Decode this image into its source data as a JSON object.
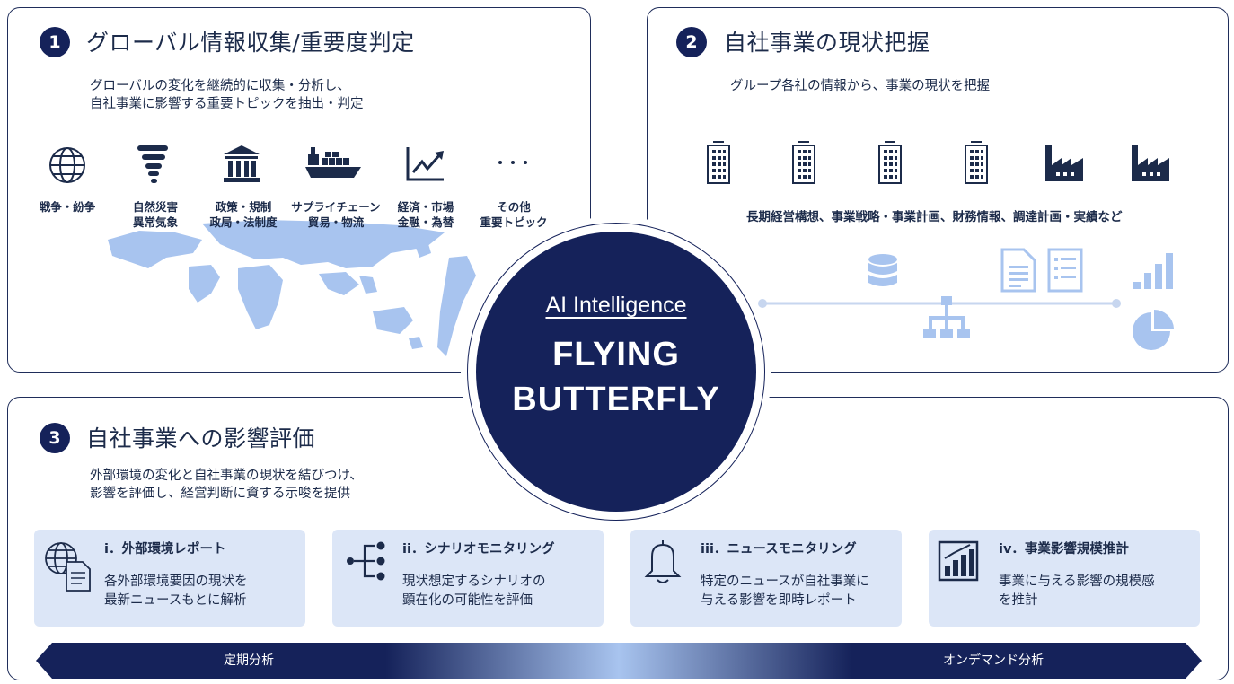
{
  "panel1": {
    "number": "1",
    "title": "グローバル情報収集/重要度判定",
    "desc_line1": "グローバルの変化を継続的に収集・分析し、",
    "desc_line2": "自社事業に影響する重要トピックを抽出・判定",
    "categories": [
      {
        "icon": "globe-icon",
        "line1": "戦争・紛争",
        "line2": ""
      },
      {
        "icon": "tornado-icon",
        "line1": "自然災害",
        "line2": "異常気象"
      },
      {
        "icon": "government-building-icon",
        "line1": "政策・規制",
        "line2": "政局・法制度"
      },
      {
        "icon": "cargo-ship-icon",
        "line1": "サプライチェーン",
        "line2": "貿易・物流"
      },
      {
        "icon": "trend-chart-icon",
        "line1": "経済・市場",
        "line2": "金融・為替"
      },
      {
        "icon": "ellipsis-icon",
        "line1": "その他",
        "line2": "重要トピック"
      }
    ]
  },
  "panel2": {
    "number": "2",
    "title": "自社事業の現状把握",
    "desc": "グループ各社の情報から、事業の現状を把握",
    "info_text": "長期経営構想、事業戦略・事業計画、財務情報、調達計画・実績など"
  },
  "center": {
    "subtitle": "AI Intelligence",
    "line1": "FLYING",
    "line2": "BUTTERFLY"
  },
  "panel3": {
    "number": "3",
    "title": "自社事業への影響評価",
    "desc_line1": "外部環境の変化と自社事業の現状を結びつけ、",
    "desc_line2": "影響を評価し、経営判断に資する示唆を提供",
    "cards": [
      {
        "title": "i．外部環境レポート",
        "line1": "各外部環境要因の現状を",
        "line2": "最新ニュースもとに解析"
      },
      {
        "title": "ii．シナリオモニタリング",
        "line1": "現状想定するシナリオの",
        "line2": "顕在化の可能性を評価"
      },
      {
        "title": "iii．ニュースモニタリング",
        "line1": "特定のニュースが自社事業に",
        "line2": "与える影響を即時レポート"
      },
      {
        "title": "iv．事業影響規模推計",
        "line1": "事業に与える影響の規模感",
        "line2": "を推計"
      }
    ]
  },
  "arrow": {
    "left_label": "定期分析",
    "right_label": "オンデマンド分析"
  },
  "colors": {
    "navy": "#15225a",
    "light_blue": "#dce6f7",
    "pale_blue": "#a8c4ef"
  }
}
